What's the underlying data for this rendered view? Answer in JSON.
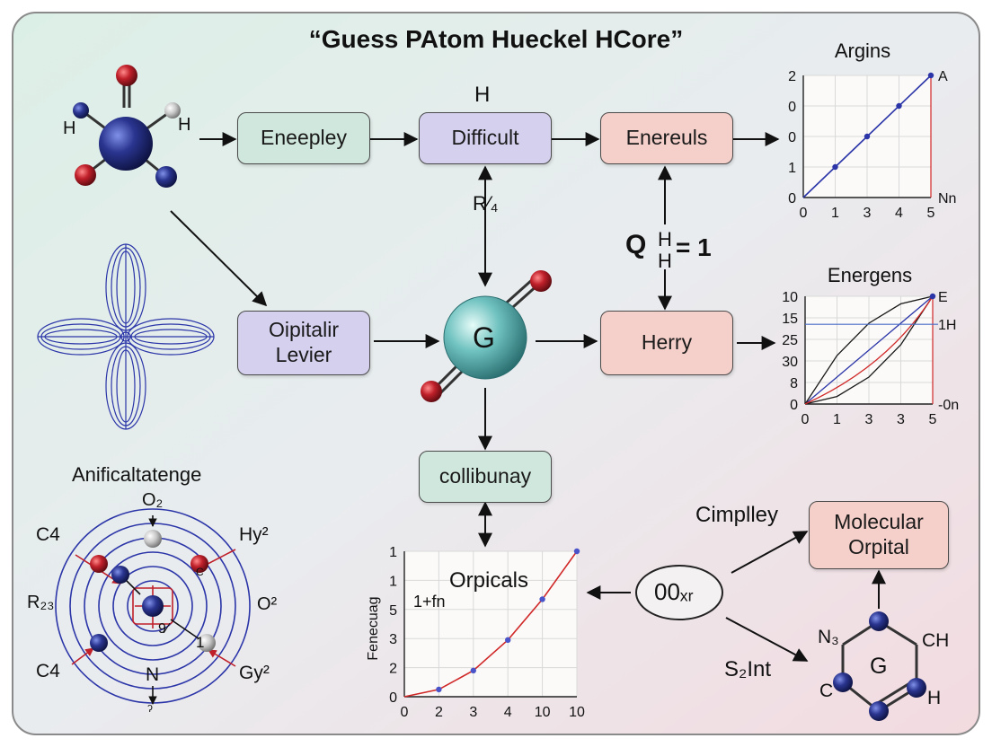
{
  "title": "“Guess PAtom Hueckel HCore”",
  "boxes": {
    "eneepley": "Eneepley",
    "difficult": "Difficult",
    "enereuls": "Enereuls",
    "opitalir_line1": "Oipitalir",
    "opitalir_line2": "Levier",
    "herry": "Herry",
    "collibunay": "collibunay",
    "molecular_line1": "Molecular",
    "molecular_line2": "Orpital"
  },
  "labels": {
    "h_top": "H",
    "r4": "R⁄₄",
    "q": "Q",
    "h_stack_top": "H",
    "h_stack_bottom": "H",
    "eq_one": "= 1",
    "center_atom": "G",
    "cimplley": "Cimplley",
    "ooxr": "00ₓᵣ",
    "s2int": "S₂Int",
    "anificaltatenge": "Anificaltatenge"
  },
  "molecule_top_left": {
    "h_left": "H",
    "h_right": "H"
  },
  "ring": {
    "n3": "N₃",
    "ch": "CH",
    "g": "G",
    "c": "C",
    "h": "H"
  },
  "atom_diagram": {
    "o2_top": "O₂",
    "c4_top": "C4",
    "hy2": "Hy²",
    "r2": "R₂₃",
    "o2_right": "O²",
    "c4_bottom": "C4",
    "gy2": "Gy²",
    "n": "N",
    "c_small": "C",
    "nine": "9⁄",
    "one": "1",
    "bottom_mark": "ˀ"
  },
  "chart_data": [
    {
      "type": "line",
      "title": "Argins",
      "x_tick_labels": [
        "0",
        "1",
        "3",
        "4",
        "5"
      ],
      "y_tick_labels": [
        "0",
        "1",
        "0",
        "0",
        "2"
      ],
      "x_end_label": "Nn",
      "point_label": "A",
      "series": [
        {
          "points": [
            [
              0,
              0
            ],
            [
              1,
              1
            ],
            [
              2,
              2
            ],
            [
              3,
              3
            ],
            [
              4,
              4
            ]
          ]
        }
      ]
    },
    {
      "type": "line",
      "title": "Energens",
      "x_tick_labels": [
        "0",
        "1",
        "3",
        "3",
        "5"
      ],
      "y_tick_labels": [
        "0",
        "8",
        "30",
        "25",
        "15",
        "10"
      ],
      "right_labels": [
        "E",
        "1H",
        "-0n"
      ],
      "series": [
        {
          "name": "",
          "points": [
            [
              0,
              0
            ],
            [
              4,
              1
            ]
          ]
        },
        {
          "name": "",
          "points": [
            [
              0,
              0
            ],
            [
              1,
              0.45
            ],
            [
              2,
              0.75
            ],
            [
              3,
              0.93
            ],
            [
              4,
              1
            ]
          ]
        },
        {
          "name": "",
          "points": [
            [
              0,
              0
            ],
            [
              1,
              0.07
            ],
            [
              2,
              0.25
            ],
            [
              3,
              0.55
            ],
            [
              4,
              1
            ]
          ]
        }
      ],
      "reference_line_y": 0.74
    },
    {
      "type": "line",
      "title": "Orpicals",
      "annotation": "1+fn",
      "ylabel": "Fenecuag",
      "x_tick_labels": [
        "0",
        "2",
        "3",
        "4",
        "10",
        "10"
      ],
      "y_tick_labels": [
        "0",
        "2",
        "3",
        "5",
        "1",
        "1"
      ],
      "series": [
        {
          "name": "",
          "points": [
            [
              0,
              0
            ],
            [
              1,
              0.05
            ],
            [
              2,
              0.18
            ],
            [
              3,
              0.39
            ],
            [
              4,
              0.67
            ],
            [
              5,
              1
            ]
          ]
        }
      ]
    }
  ],
  "colors": {
    "frame_stroke": "#8a8a8a",
    "box_green": "#cfe7dc",
    "box_purple": "#d4d0ee",
    "box_pink": "#f5cfc9",
    "atom_navy": "#2a3590",
    "atom_red": "#c0202a",
    "atom_teal": "#6fc2c0",
    "line_blue": "#2b35a8",
    "line_red": "#d02828"
  }
}
